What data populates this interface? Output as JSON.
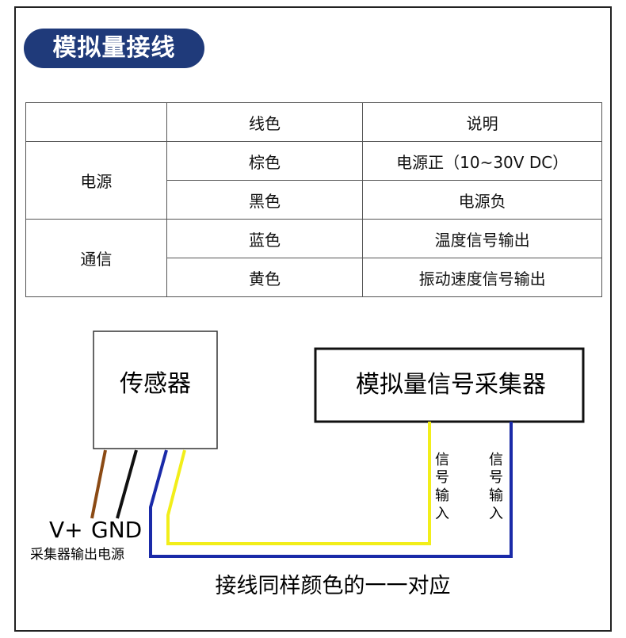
{
  "title": "模拟量接线",
  "table": {
    "header": [
      "",
      "线色",
      "说明"
    ],
    "groups": [
      {
        "label": "电源",
        "rows": [
          {
            "color": "棕色",
            "desc": "电源正（10~30V DC）"
          },
          {
            "color": "黑色",
            "desc": "电源负"
          }
        ]
      },
      {
        "label": "通信",
        "rows": [
          {
            "color": "蓝色",
            "desc": "温度信号输出"
          },
          {
            "color": "黄色",
            "desc": "振动速度信号输出"
          }
        ]
      }
    ]
  },
  "diagram": {
    "sensor_label": "传感器",
    "collector_label": "模拟量信号采集器",
    "vplus_label": "V+",
    "gnd_label": "GND",
    "power_note": "采集器输出电源",
    "signal_input_1": [
      "信",
      "号",
      "输",
      "入"
    ],
    "signal_input_2": [
      "信",
      "号",
      "输",
      "入"
    ],
    "footer_note": "接线同样颜色的一一对应",
    "wire_colors": {
      "brown": "#8b4a14",
      "black": "#111111",
      "blue": "#1a2aa8",
      "yellow": "#f2ee1a"
    }
  },
  "colors": {
    "title_bg": "#1f3a7a"
  }
}
